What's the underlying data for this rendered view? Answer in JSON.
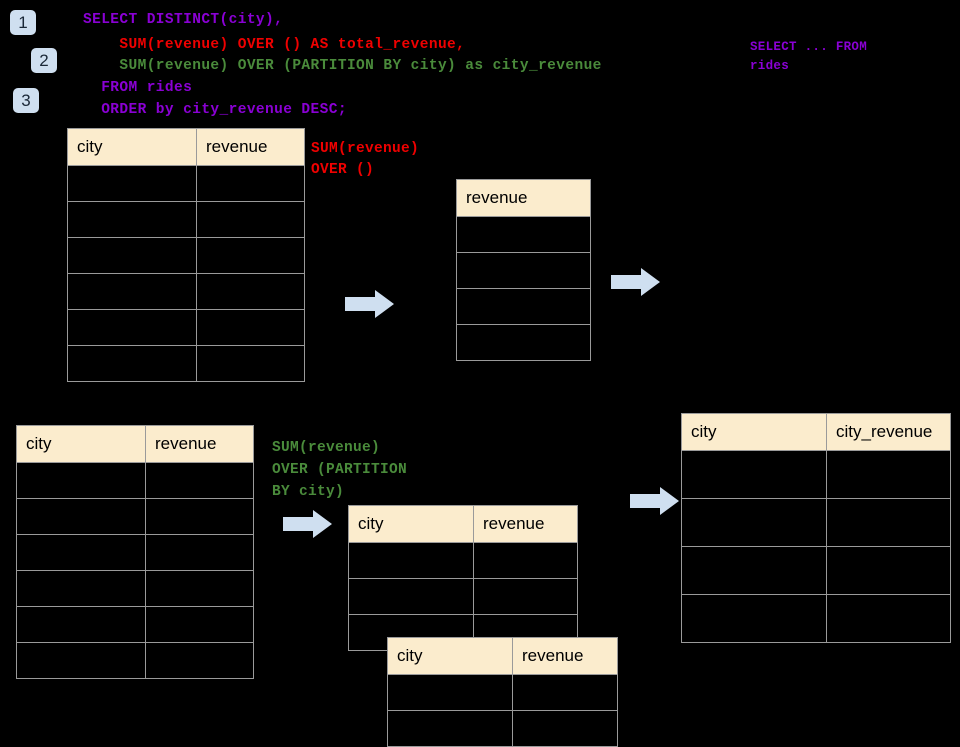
{
  "steps": [
    {
      "id": "1",
      "label": "1"
    },
    {
      "id": "2",
      "label": "2"
    },
    {
      "id": "3",
      "label": "3"
    }
  ],
  "sql": {
    "line1": "SELECT DISTINCT(city),",
    "line2": "    SUM(revenue) OVER () AS total_revenue,",
    "line3": "    SUM(revenue) OVER (PARTITION BY city) as city_revenue",
    "line4": "  FROM rides",
    "line5": "  ORDER by city_revenue DESC;",
    "colors": {
      "keyword_purple": "#8a00d4",
      "sum_over_red": "#ef0000",
      "sum_partition_green": "#4a8b3b"
    }
  },
  "annotations": {
    "select_from": "SELECT ... FROM\nrides",
    "sum_over": "SUM(revenue)\nOVER ()",
    "sum_partition": "SUM(revenue)\nOVER (PARTITION\nBY city)"
  },
  "tables": {
    "rides_top": {
      "name": "rides-input-top",
      "headers": [
        "city",
        "revenue"
      ],
      "row_count": 6,
      "rows": [
        [
          "",
          ""
        ],
        [
          "",
          ""
        ],
        [
          "",
          ""
        ],
        [
          "",
          ""
        ],
        [
          "",
          ""
        ],
        [
          "",
          ""
        ]
      ]
    },
    "total_revenue": {
      "name": "total-revenue",
      "headers": [
        "revenue"
      ],
      "row_count": 4,
      "rows": [
        [
          ""
        ],
        [
          ""
        ],
        [
          ""
        ],
        [
          ""
        ]
      ]
    },
    "rides_bottom": {
      "name": "rides-input-bottom",
      "headers": [
        "city",
        "revenue"
      ],
      "row_count": 6,
      "rows": [
        [
          "",
          ""
        ],
        [
          "",
          ""
        ],
        [
          "",
          ""
        ],
        [
          "",
          ""
        ],
        [
          "",
          ""
        ],
        [
          "",
          ""
        ]
      ]
    },
    "partition_a": {
      "name": "partition-group-a",
      "headers": [
        "city",
        "revenue"
      ],
      "row_count": 3,
      "rows": [
        [
          "",
          ""
        ],
        [
          "",
          ""
        ],
        [
          "",
          ""
        ]
      ]
    },
    "partition_b": {
      "name": "partition-group-b",
      "headers": [
        "city",
        "revenue"
      ],
      "row_count": 2,
      "rows": [
        [
          "",
          ""
        ],
        [
          "",
          ""
        ]
      ]
    },
    "result": {
      "name": "final-result",
      "headers": [
        "city",
        "city_revenue"
      ],
      "row_count": 4,
      "rows": [
        [
          "",
          ""
        ],
        [
          "",
          ""
        ],
        [
          "",
          ""
        ],
        [
          "",
          ""
        ]
      ]
    }
  },
  "arrows": [
    {
      "name": "arrow-rides-to-total",
      "direction": "right",
      "color": "#cfdff0"
    },
    {
      "name": "arrow-total-to-result",
      "direction": "right",
      "color": "#cfdff0"
    },
    {
      "name": "arrow-rides-to-partition",
      "direction": "right",
      "color": "#cfdff0"
    },
    {
      "name": "arrow-partition-to-result",
      "direction": "right",
      "color": "#cfdff0"
    }
  ],
  "theme": {
    "background": "#000000",
    "header_fill": "#fbeccd",
    "border": "#9a9a9a",
    "badge_fill": "#cfdff0",
    "arrow_fill": "#cfdff0"
  }
}
